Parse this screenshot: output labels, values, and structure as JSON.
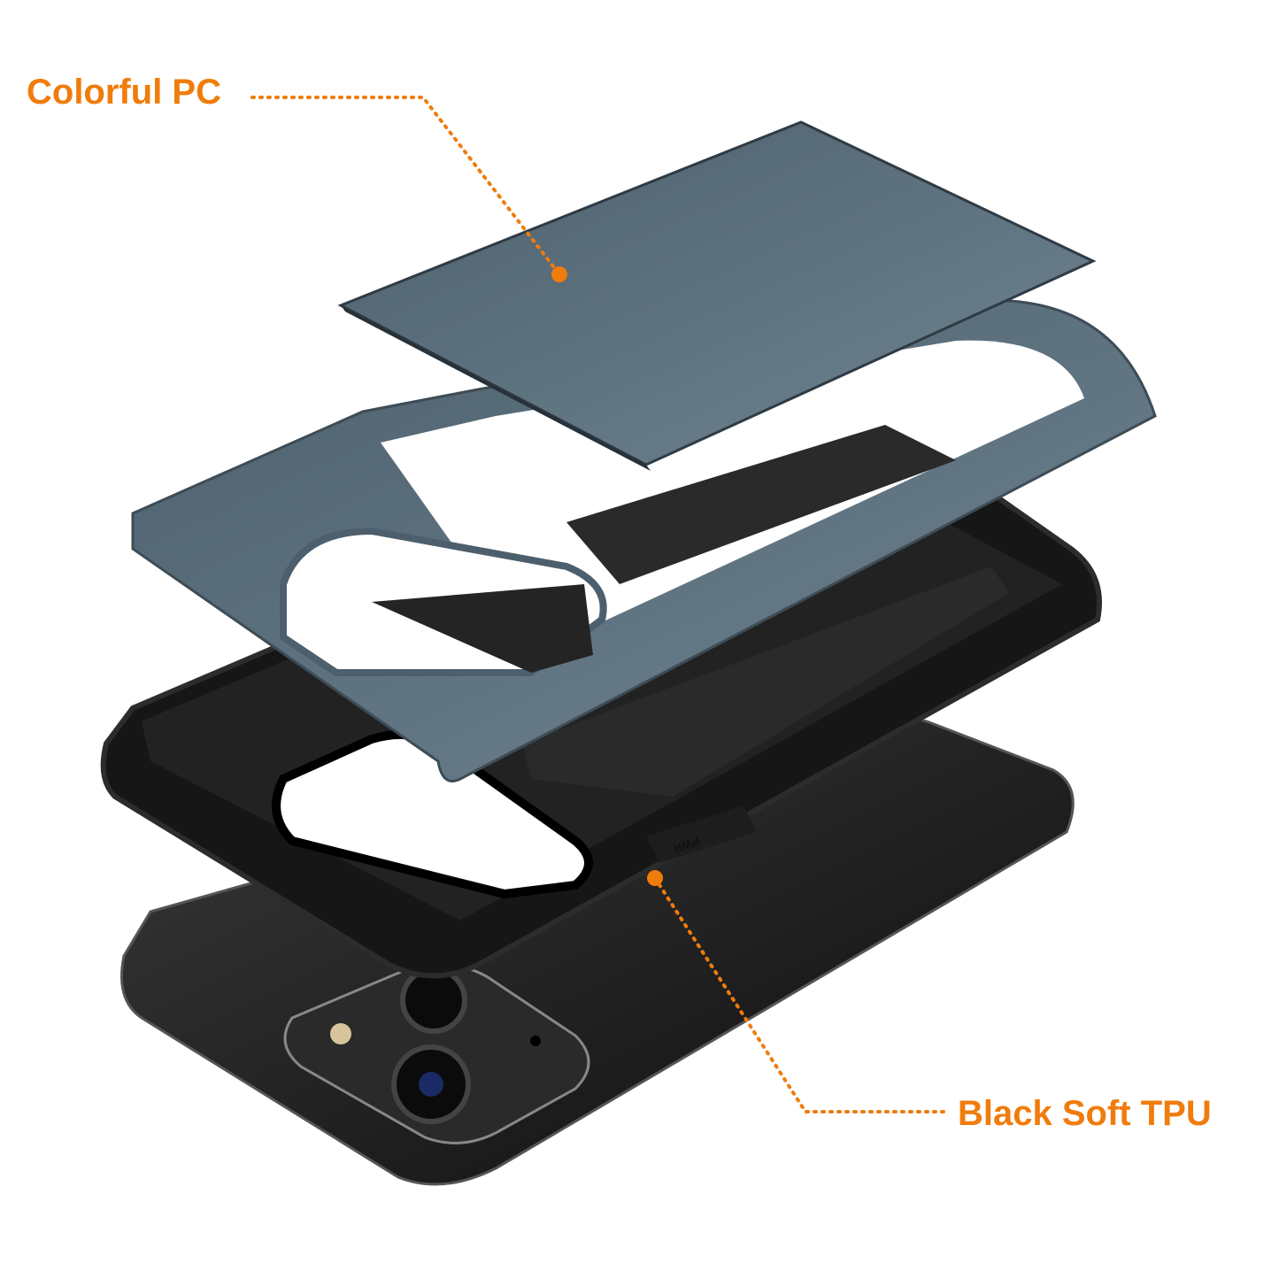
{
  "callouts": {
    "top": "Colorful PC",
    "bottom": "Black Soft TPU"
  },
  "embossed_text": "PWR",
  "colors": {
    "accent": "#f07c0c",
    "pc_shell": "#5f7482",
    "tpu": "#1b1b1b",
    "phone": "#1a1a1a"
  }
}
